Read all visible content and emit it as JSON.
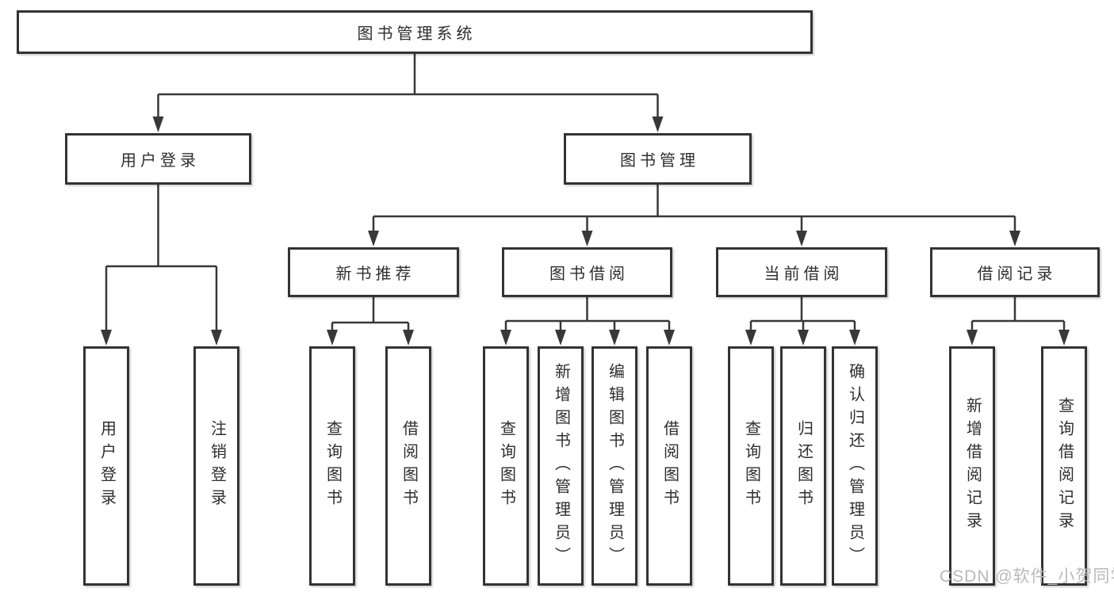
{
  "watermark": "CSDN @软件_小贺同学",
  "colors": {
    "background": "#ffffff",
    "line": "#383838",
    "box_border": "#333333",
    "text": "#2e2e2e",
    "watermark": "#b9b9b9"
  },
  "diagram": {
    "root": {
      "label": "图书管理系统"
    },
    "login": {
      "label": "用户登录",
      "children": [
        {
          "label": "用户登录"
        },
        {
          "label": "注销登录"
        }
      ]
    },
    "management": {
      "label": "图书管理",
      "groups": [
        {
          "label": "新书推荐",
          "children": [
            {
              "label": "查询图书"
            },
            {
              "label": "借阅图书"
            }
          ]
        },
        {
          "label": "图书借阅",
          "children": [
            {
              "label": "查询图书"
            },
            {
              "label": "新增图书（管理员）"
            },
            {
              "label": "编辑图书（管理员）"
            },
            {
              "label": "借阅图书"
            }
          ]
        },
        {
          "label": "当前借阅",
          "children": [
            {
              "label": "查询图书"
            },
            {
              "label": "归还图书"
            },
            {
              "label": "确认归还（管理员）"
            }
          ]
        },
        {
          "label": "借阅记录",
          "children": [
            {
              "label": "新增借阅记录"
            },
            {
              "label": "查询借阅记录"
            }
          ]
        }
      ]
    }
  }
}
